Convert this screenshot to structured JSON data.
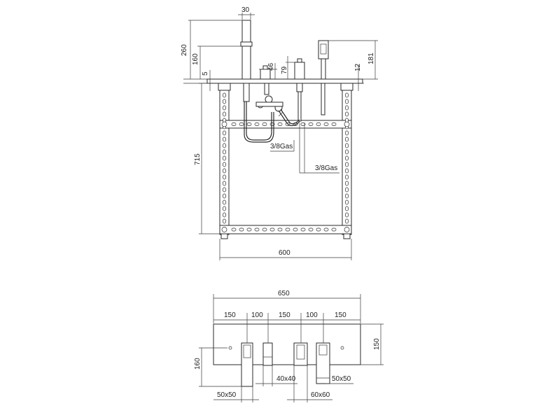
{
  "elevation": {
    "dims": {
      "spout_width": "30",
      "overall_height": "260",
      "spout_height": "160",
      "deck_offset": "5",
      "valve_height": "46",
      "handle_height": "79",
      "shower_height": "181",
      "shower_offset": "12",
      "frame_height": "715",
      "frame_width": "600"
    },
    "connections": {
      "left": "3/8Gas",
      "right": "3/8Gas"
    }
  },
  "plan": {
    "dims": {
      "overall_width": "650",
      "seg_1": "150",
      "seg_2": "100",
      "seg_3": "150",
      "seg_4": "100",
      "seg_5": "150",
      "deck_depth": "150",
      "spout_depth": "160",
      "cut_40": "40x40",
      "cut_50_right": "50x50",
      "cut_50_left": "50x50",
      "cut_60": "60x60"
    }
  }
}
